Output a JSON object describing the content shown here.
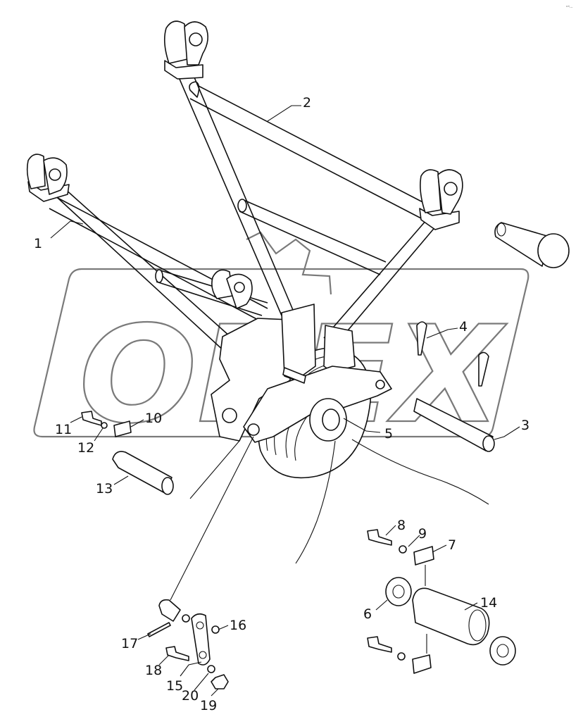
{
  "watermark": {
    "text": "OPEX",
    "color": "#7a7a7a"
  },
  "corner_mark": "°\"···",
  "callouts": [
    {
      "id": "1",
      "label": "1"
    },
    {
      "id": "2",
      "label": "2"
    },
    {
      "id": "3",
      "label": "3"
    },
    {
      "id": "4",
      "label": "4"
    },
    {
      "id": "5",
      "label": "5"
    },
    {
      "id": "6",
      "label": "6"
    },
    {
      "id": "7",
      "label": "7"
    },
    {
      "id": "8",
      "label": "8"
    },
    {
      "id": "9",
      "label": "9"
    },
    {
      "id": "10",
      "label": "10"
    },
    {
      "id": "11",
      "label": "11"
    },
    {
      "id": "12",
      "label": "12"
    },
    {
      "id": "13",
      "label": "13"
    },
    {
      "id": "14",
      "label": "14"
    },
    {
      "id": "15",
      "label": "15"
    },
    {
      "id": "16",
      "label": "16"
    },
    {
      "id": "17",
      "label": "17"
    },
    {
      "id": "18",
      "label": "18"
    },
    {
      "id": "19",
      "label": "19"
    },
    {
      "id": "20",
      "label": "20"
    }
  ]
}
